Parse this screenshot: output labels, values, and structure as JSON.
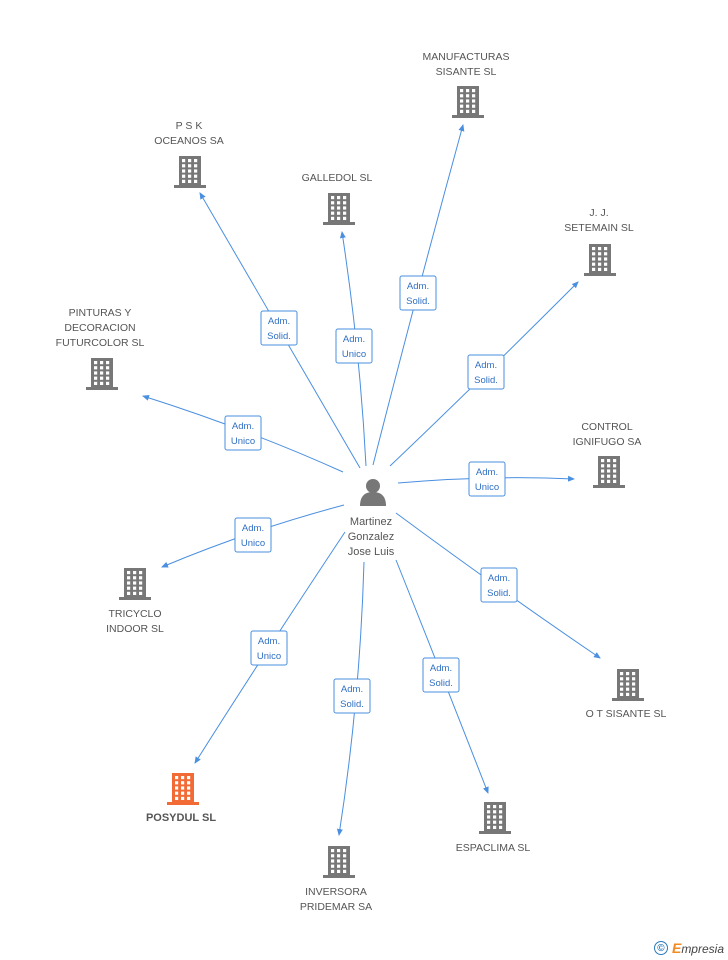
{
  "center": {
    "name_lines": [
      "Martinez",
      "Gonzalez",
      "Jose Luis"
    ],
    "icon": "person-icon"
  },
  "companies": [
    {
      "id": "manufacturas",
      "lines": [
        "MANUFACTURAS",
        "SISANTE SL"
      ],
      "relation": [
        "Adm.",
        "Solid."
      ],
      "highlight": false
    },
    {
      "id": "psk",
      "lines": [
        "P S K",
        "OCEANOS SA"
      ],
      "relation": [
        "Adm.",
        "Solid."
      ],
      "highlight": false
    },
    {
      "id": "galledol",
      "lines": [
        "GALLEDOL SL"
      ],
      "relation": [
        "Adm.",
        "Unico"
      ],
      "highlight": false
    },
    {
      "id": "jj",
      "lines": [
        "J. J.",
        "SETEMAIN  SL"
      ],
      "relation": [
        "Adm.",
        "Solid."
      ],
      "highlight": false
    },
    {
      "id": "pinturas",
      "lines": [
        "PINTURAS Y",
        "DECORACION",
        "FUTURCOLOR SL"
      ],
      "relation": [
        "Adm.",
        "Unico"
      ],
      "highlight": false
    },
    {
      "id": "control",
      "lines": [
        "CONTROL",
        "IGNIFUGO SA"
      ],
      "relation": [
        "Adm.",
        "Unico"
      ],
      "highlight": false
    },
    {
      "id": "tricyclo",
      "lines": [
        "TRICYCLO",
        "INDOOR SL"
      ],
      "relation": [
        "Adm.",
        "Unico"
      ],
      "highlight": false
    },
    {
      "id": "otsisante",
      "lines": [
        "O T SISANTE SL"
      ],
      "relation": [
        "Adm.",
        "Solid."
      ],
      "highlight": false
    },
    {
      "id": "posydul",
      "lines": [
        "POSYDUL SL"
      ],
      "relation": [
        "Adm.",
        "Unico"
      ],
      "highlight": true
    },
    {
      "id": "inversora",
      "lines": [
        "INVERSORA",
        "PRIDEMAR SA"
      ],
      "relation": [
        "Adm.",
        "Solid."
      ],
      "highlight": false
    },
    {
      "id": "espaclima",
      "lines": [
        "ESPACLIMA SL"
      ],
      "relation": [
        "Adm.",
        "Solid."
      ],
      "highlight": false
    }
  ],
  "colors": {
    "edge": "#4a8fe0",
    "building": "#777777",
    "building_highlight": "#f26a35",
    "person": "#777777"
  },
  "footer": {
    "copyright_symbol": "©",
    "brand_initial": "E",
    "brand_rest": "mpresia"
  }
}
